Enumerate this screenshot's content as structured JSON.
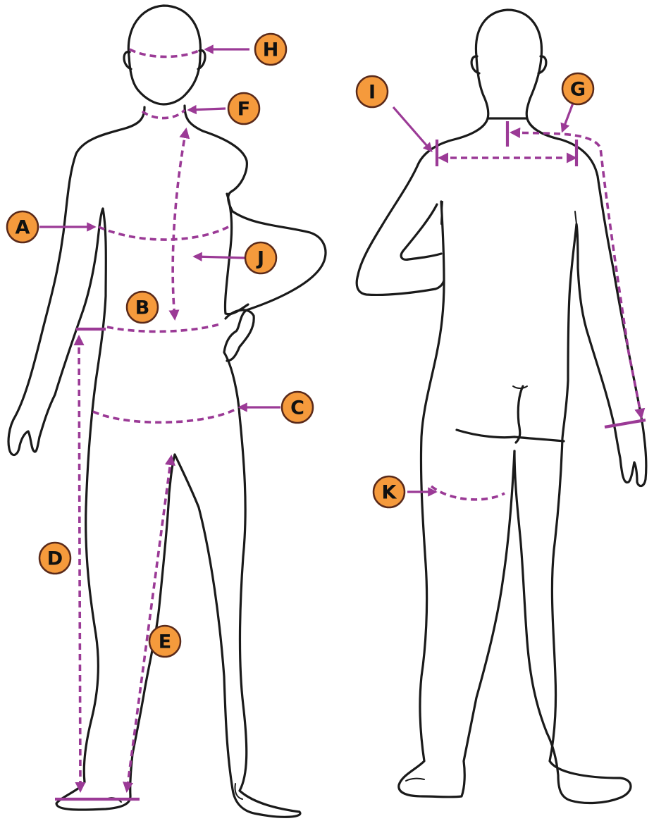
{
  "colors": {
    "measure": "#9b3a96",
    "badge_fill": "#f59a3c",
    "outline": "#1a1a1a"
  },
  "badges": {
    "A": "A",
    "B": "B",
    "C": "C",
    "D": "D",
    "E": "E",
    "F": "F",
    "G": "G",
    "H": "H",
    "I": "I",
    "J": "J",
    "K": "K"
  }
}
